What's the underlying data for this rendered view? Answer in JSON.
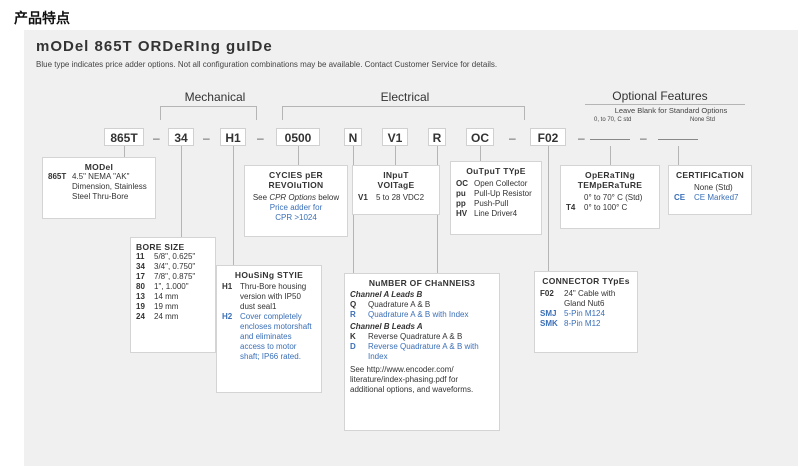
{
  "page_heading": "产品特点",
  "guide": {
    "title": "mODel 865T ORDeRIng guIDe",
    "subtitle": "Blue type indicates price adder options. Not all configuration combinations may be available. Contact Customer Service for details."
  },
  "groups": {
    "mechanical": "Mechanical",
    "electrical": "Electrical",
    "optional": "Optional Features",
    "optional_note": "Leave Blank for Standard Options",
    "optional_sub1": "0, to 70, C std",
    "optional_sub2": "None Std"
  },
  "codes": {
    "model": "865T",
    "bore": "34",
    "housing": "H1",
    "cycles": "0500",
    "channels": "N",
    "input": "V1",
    "connector_r": "R",
    "output": "OC",
    "conn": "F02",
    "dash": "–"
  },
  "model_box": {
    "title": "MODeI",
    "key": "865T",
    "l1": "4.5\" NEMA \"AK\"",
    "l2": "Dimension, Stainless",
    "l3": "Steel Thru-Bore"
  },
  "bore_box": {
    "title": "BORE SIZE",
    "rows": [
      {
        "k": "11",
        "v": "5/8\", 0.625\""
      },
      {
        "k": "34",
        "v": "3/4\", 0.750\""
      },
      {
        "k": "17",
        "v": "7/8\", 0.875\""
      },
      {
        "k": "80",
        "v": "1\", 1.000\""
      },
      {
        "k": "13",
        "v": "14 mm"
      },
      {
        "k": "19",
        "v": "19 mm"
      },
      {
        "k": "24",
        "v": "24 mm"
      }
    ]
  },
  "housing_box": {
    "title": "HOuSiNg STYIE",
    "h1_key": "H1",
    "h1_lines": [
      "Thru-Bore housing",
      "version with IP50",
      "dust seal1"
    ],
    "h2_key": "H2",
    "h2_lines": [
      "Cover completely",
      "encloses motorshaft",
      "and eliminates",
      "access to motor",
      "shaft; IP66 rated."
    ]
  },
  "cycles_box": {
    "title1": "CYCIES pER",
    "title2": "REVOIuTION",
    "see": "See",
    "see_link": "CPR Options",
    "see_end": "below",
    "adder1": "Price adder for",
    "adder2": "CPR >1024"
  },
  "input_box": {
    "title1": "INpuT",
    "title2": "VOITagE",
    "key": "V1",
    "val": "5 to 28 VDC2"
  },
  "output_box": {
    "title": "OuTpuT TYpE",
    "rows": [
      {
        "k": "OC",
        "v": "Open Collector"
      },
      {
        "k": "pu",
        "v": "Pull-Up Resistor"
      },
      {
        "k": "pp",
        "v": "Push-Pull"
      },
      {
        "k": "HV",
        "v": "Line Driver4"
      }
    ]
  },
  "channels_box": {
    "title": "NuMBER OF CHaNNEIS3",
    "a_head": "Channel A Leads B",
    "q_key": "Q",
    "q_val": "Quadrature A & B",
    "r_key": "R",
    "r_val": "Quadrature A & B with Index",
    "b_head": "Channel B Leads A",
    "k_key": "K",
    "k_val": "Reverse Quadrature A & B",
    "d_key": "D",
    "d_val1": "Reverse Quadrature A & B with",
    "d_val2": "Index",
    "see1": "See http://www.encoder.com/",
    "see2": "literature/index-phasing.pdf for",
    "see3": "additional options, and waveforms."
  },
  "connector_box": {
    "title": "CONNECTOR TYpEs",
    "f_key": "F02",
    "f_l1": "24\" Cable with",
    "f_l2": "Gland Nut6",
    "smj_key": "SMJ",
    "smj_val": "5-Pin M124",
    "smk_key": "SMK",
    "smk_val": "8-Pin M12"
  },
  "operating_box": {
    "title1": "OpERaTINg",
    "title2": "TEMpERaTuRE",
    "std_val": "0° to 70° C (Std)",
    "t4_key": "T4",
    "t4_val": "0° to 100° C"
  },
  "cert_box": {
    "title": "CERTIFICaTION",
    "none": "None (Std)",
    "ce_key": "CE",
    "ce_val": "CE Marked7"
  }
}
